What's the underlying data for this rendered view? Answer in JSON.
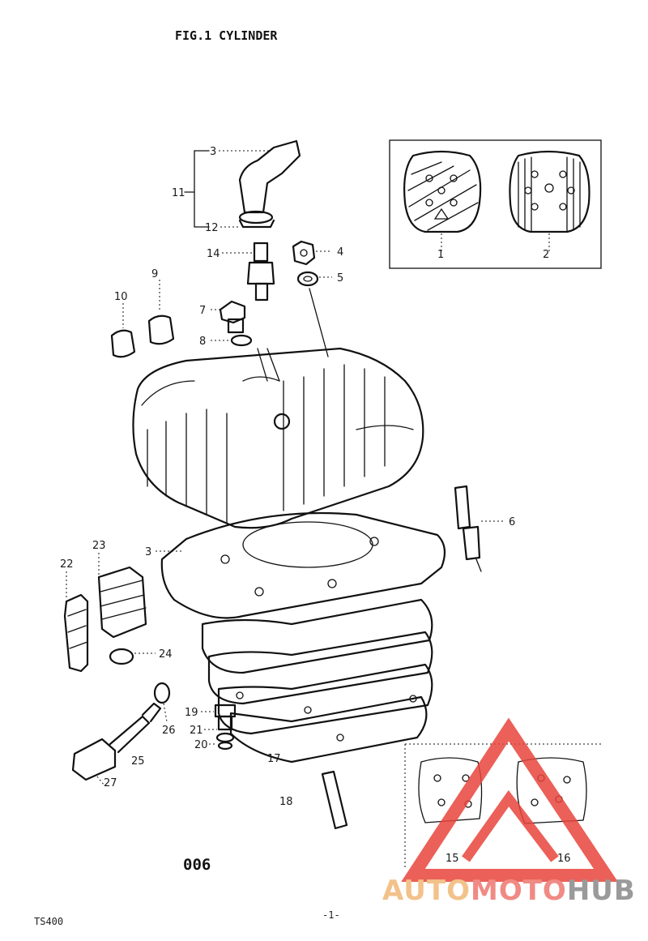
{
  "title": "FIG.1  CYLINDER",
  "page_code": "006",
  "model": "TS400",
  "page_number": "-1-",
  "brand": {
    "part1": "AUTO",
    "part2": "MOTO",
    "part3": "HUB",
    "color_auto": "#f2c28a",
    "color_moto": "#f08a84",
    "color_hub": "#9a9a9a",
    "triangle_color": "#e8453c"
  },
  "callouts": {
    "c1": "1",
    "c2": "2",
    "c3a": "3",
    "c3b": "3",
    "c4": "4",
    "c5": "5",
    "c6": "6",
    "c7": "7",
    "c8": "8",
    "c9": "9",
    "c10": "10",
    "c11": "11",
    "c12": "12",
    "c14": "14",
    "c15": "15",
    "c16": "16",
    "c17": "17",
    "c18": "18",
    "c19": "19",
    "c20": "20",
    "c21": "21",
    "c22": "22",
    "c23": "23",
    "c24": "24",
    "c25": "25",
    "c26": "26",
    "c27": "27"
  }
}
